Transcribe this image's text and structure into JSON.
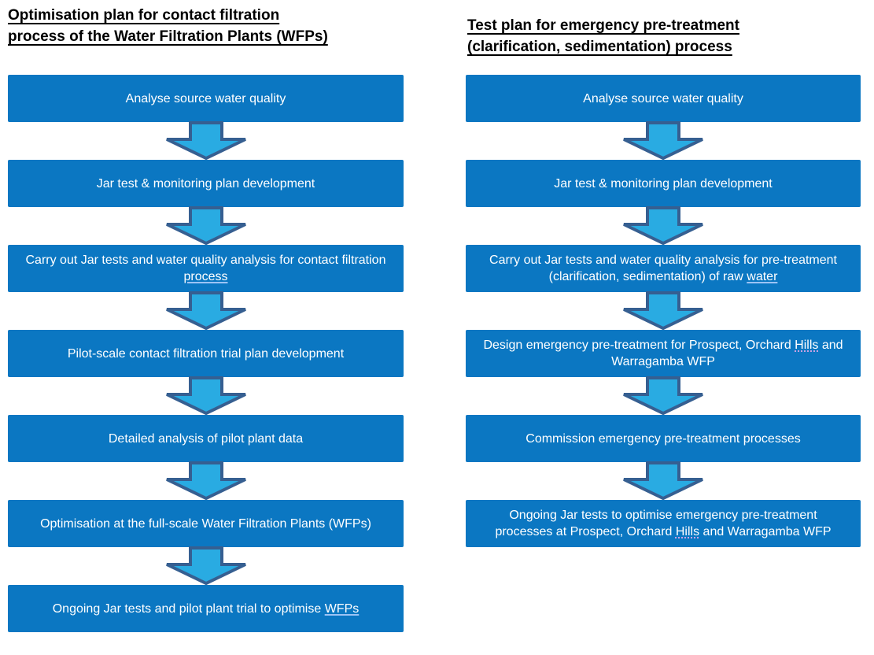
{
  "colors": {
    "box_fill": "#0b77c2",
    "box_text": "#ffffff",
    "arrow_fill": "#29abe2",
    "arrow_stroke": "#365f91",
    "title_text": "#000000",
    "spellcheck_solid": "#9cc3f5",
    "spellcheck_dotted": "#c9a2e4"
  },
  "columns": [
    {
      "id": "left",
      "title_lines": [
        "Optimisation plan for contact filtration",
        "process of the Water Filtration Plants (WFPs)"
      ],
      "steps": [
        {
          "segments": [
            {
              "t": "Analyse source water quality"
            }
          ]
        },
        {
          "segments": [
            {
              "t": "Jar test & monitoring plan development"
            }
          ]
        },
        {
          "segments": [
            {
              "t": "Carry out Jar tests and water quality analysis for contact filtration "
            },
            {
              "t": "process",
              "u": "solid"
            }
          ]
        },
        {
          "segments": [
            {
              "t": "Pilot-scale contact filtration trial plan development"
            }
          ]
        },
        {
          "segments": [
            {
              "t": "Detailed analysis of pilot plant data"
            }
          ]
        },
        {
          "segments": [
            {
              "t": "Optimisation at the full-scale Water Filtration Plants (WFPs)"
            }
          ]
        },
        {
          "segments": [
            {
              "t": "Ongoing Jar tests and pilot plant trial to optimise "
            },
            {
              "t": "WFPs",
              "u": "solid"
            }
          ]
        }
      ]
    },
    {
      "id": "right",
      "title_lines": [
        "Test plan for emergency pre-treatment",
        "(clarification, sedimentation) process"
      ],
      "steps": [
        {
          "segments": [
            {
              "t": "Analyse source water quality"
            }
          ]
        },
        {
          "segments": [
            {
              "t": "Jar test & monitoring plan development"
            }
          ]
        },
        {
          "segments": [
            {
              "t": "Carry out Jar tests and water quality analysis for pre-treatment (clarification, sedimentation) of raw "
            },
            {
              "t": "water",
              "u": "solid"
            }
          ]
        },
        {
          "segments": [
            {
              "t": "Design emergency pre-treatment for Prospect, Orchard "
            },
            {
              "t": "Hills",
              "u": "dotted"
            },
            {
              "t": " and Warragamba WFP"
            }
          ]
        },
        {
          "segments": [
            {
              "t": "Commission emergency pre-treatment processes"
            }
          ]
        },
        {
          "segments": [
            {
              "t": "Ongoing Jar tests to optimise emergency pre-treatment processes at Prospect, Orchard "
            },
            {
              "t": "Hills",
              "u": "dotted"
            },
            {
              "t": " and Warragamba WFP"
            }
          ]
        }
      ]
    }
  ]
}
